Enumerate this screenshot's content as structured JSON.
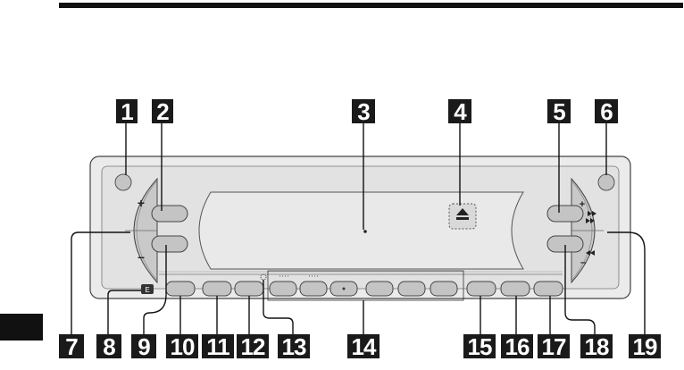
{
  "callouts": {
    "n1": "1",
    "n2": "2",
    "n3": "3",
    "n4": "4",
    "n5": "5",
    "n6": "6",
    "n7": "7",
    "n8": "8",
    "n9": "9",
    "n10": "10",
    "n11": "11",
    "n12": "12",
    "n13": "13",
    "n14": "14",
    "n15": "15",
    "n16": "16",
    "n17": "17",
    "n18": "18",
    "n19": "19"
  },
  "controls": {
    "volume_plus": "+",
    "volume_minus": "–",
    "seek_plus": "+",
    "seek_minus": "–",
    "ir_label": "E"
  },
  "colors": {
    "panel": "#e6e6e6",
    "bezel": "#c7c7c7",
    "button": "#bdbdbd",
    "callout_bg": "#1a1a1a"
  }
}
